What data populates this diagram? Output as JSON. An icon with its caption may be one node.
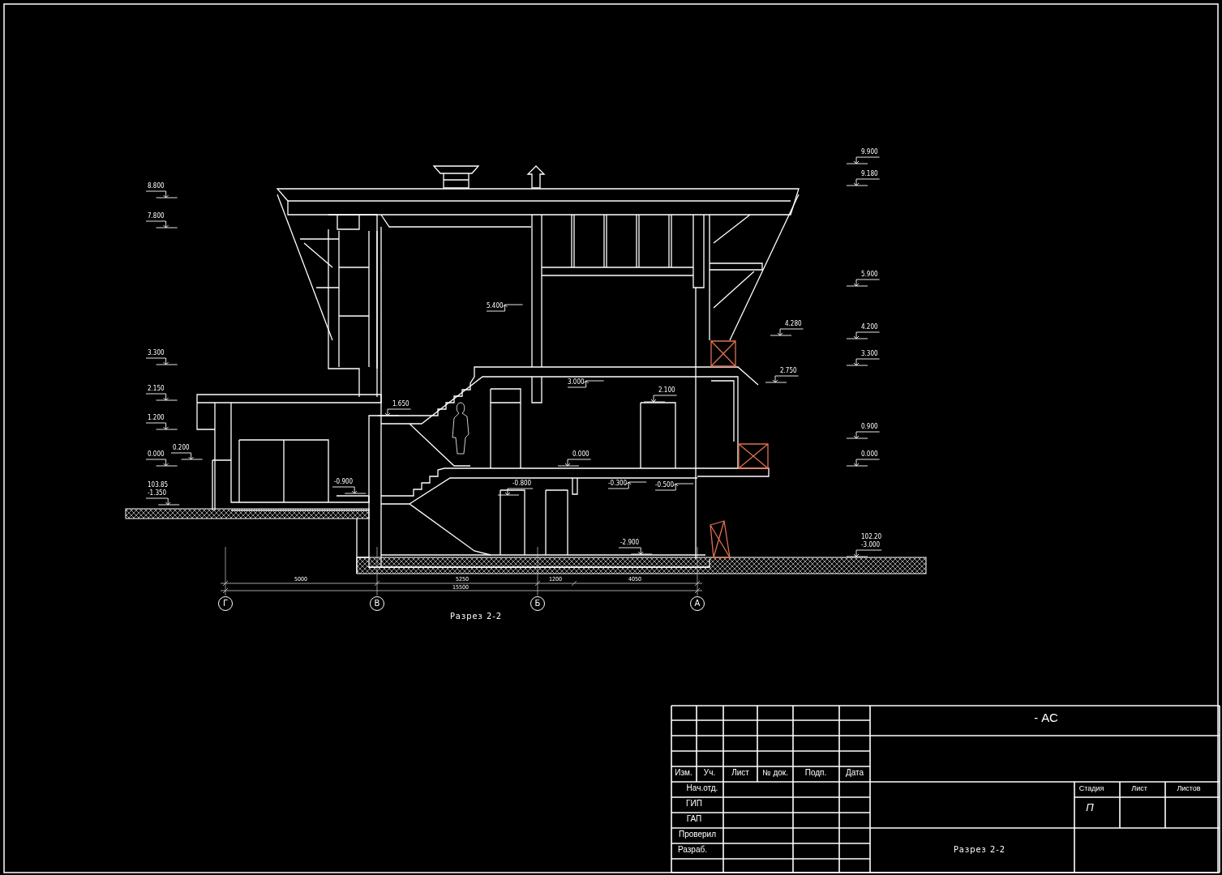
{
  "diagram": {
    "nodes": [
      {
        "text": [
          "Г"
        ]
      },
      {
        "text": [
          "В"
        ]
      },
      {
        "text": [
          "Б"
        ]
      },
      {
        "text": [
          "А"
        ]
      }
    ],
    "labels": [
      "9.900",
      "9.180",
      "8.800",
      "7.800",
      "5.900",
      "5.400",
      "4.280",
      "4.200",
      "3.300",
      "3.300",
      "2.750",
      "3.000",
      "2.150",
      "2.100",
      "1.650",
      "1.200",
      "0.900",
      "0.200",
      "0.000",
      "0.000",
      "0.000",
      "103.85",
      "-0.900",
      "-0.800",
      "-0.300",
      "-0.500",
      "-1.350",
      "-2.900",
      "102.20",
      "-3.000",
      "5000",
      "5250",
      "1200",
      "4050",
      "15500",
      "Разрез 2-2",
      "- АС",
      "Изм.",
      "Уч.",
      "Лист",
      "№ док.",
      "Подп.",
      "Дата",
      "Нач.отд.",
      "ГИП",
      "ГАП",
      "Проверил",
      "Разраб.",
      "Стадия",
      "Лист",
      "Листов",
      "П",
      "Разрез 2-2"
    ]
  }
}
